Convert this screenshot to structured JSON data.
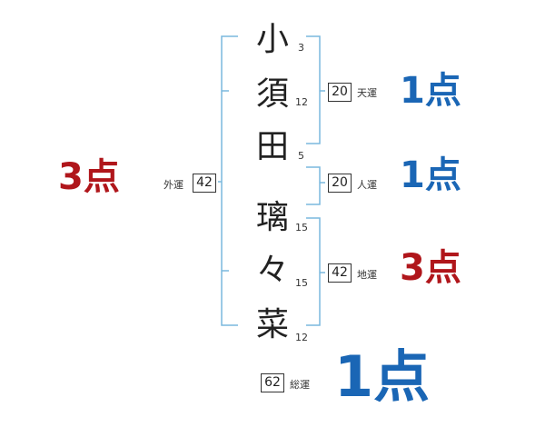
{
  "name_chars": [
    {
      "char": "小",
      "strokes": "3"
    },
    {
      "char": "須",
      "strokes": "12"
    },
    {
      "char": "田",
      "strokes": "5"
    },
    {
      "char": "璃",
      "strokes": "15"
    },
    {
      "char": "々",
      "strokes": "15"
    },
    {
      "char": "菜",
      "strokes": "12"
    }
  ],
  "tenkaku": {
    "label": "天運",
    "value": "20",
    "score": "1点"
  },
  "jinkaku": {
    "label": "人運",
    "value": "20",
    "score": "1点"
  },
  "chikaku": {
    "label": "地運",
    "value": "42",
    "score": "3点"
  },
  "gaikaku": {
    "label": "外運",
    "value": "42",
    "score": "3点"
  },
  "soukaku": {
    "label": "総運",
    "value": "62",
    "score": "1点"
  },
  "colors": {
    "bracket": "#7ab8dd",
    "score_blue": "#1a66b5",
    "score_red": "#b0161b",
    "text": "#222222"
  }
}
